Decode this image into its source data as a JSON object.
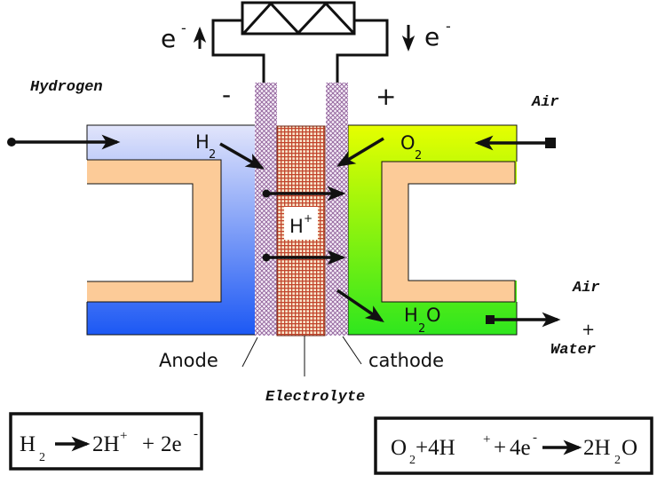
{
  "circuit": {
    "electron_left": "e",
    "electron_left_charge": "-",
    "electron_right": "e",
    "electron_right_charge": "-",
    "negative_terminal": "-",
    "positive_terminal": "+"
  },
  "labels": {
    "hydrogen_inlet": "Hydrogen",
    "air_inlet": "Air",
    "air_outlet": "Air",
    "outlet_plus": "+",
    "water_outlet": "Water",
    "anode": "Anode",
    "cathode": "cathode",
    "electrolyte": "Electrolyte"
  },
  "species": {
    "hydrogen": {
      "symbol": "H",
      "subscript": "2"
    },
    "oxygen": {
      "symbol": "O",
      "subscript": "2"
    },
    "proton": {
      "symbol": "H",
      "superscript": "+"
    },
    "water": {
      "symbol_1": "H",
      "subscript": "2",
      "symbol_2": "O"
    }
  },
  "equations": {
    "anode": {
      "reactant": "H",
      "reactant_sub": "2",
      "product_1": "2H",
      "product_1_sup": "+",
      "plus": "+",
      "product_2": "2e",
      "product_2_sup": "-"
    },
    "cathode": {
      "reactant_1": "O",
      "reactant_1_sub": "2",
      "reactant_2": "+4H",
      "reactant_2_sup": "+",
      "plus": "+",
      "reactant_3": "4e",
      "reactant_3_sup": "-",
      "product": "2H",
      "product_sub": "2",
      "product_end": "O"
    }
  },
  "colors": {
    "anode_gradient_top": "#e2e5fb",
    "anode_gradient_bottom": "#1c58f4",
    "cathode_gradient_top": "#e6ff00",
    "cathode_gradient_bottom": "#2fe61e",
    "flow_plate": "#fccb98",
    "membrane_background": "#f6eef8",
    "membrane_hatch": "#8e5e98",
    "electrolyte_background": "#f8e6cc",
    "electrolyte_grid": "#c2452c"
  }
}
